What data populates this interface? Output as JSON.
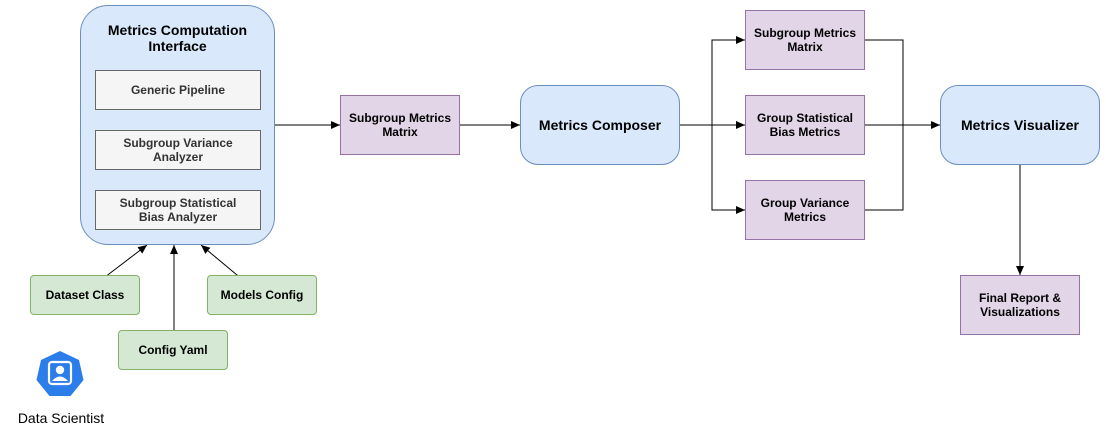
{
  "interface": {
    "title": "Metrics Computation\nInterface",
    "modules": [
      "Generic Pipeline",
      "Subgroup Variance\nAnalyzer",
      "Subgroup Statistical\nBias Analyzer"
    ]
  },
  "inputs": {
    "dataset": "Dataset Class",
    "config": "Config Yaml",
    "models": "Models Config"
  },
  "actor": {
    "label": "Data Scientist",
    "icon": "user-badge-icon"
  },
  "matrix": "Subgroup Metrics\nMatrix",
  "composer": "Metrics Composer",
  "outputs": [
    "Subgroup Metrics\nMatrix",
    "Group Statistical\nBias Metrics",
    "Group Variance\nMetrics"
  ],
  "visualizer": "Metrics Visualizer",
  "report": "Final Report &\nVisualizations",
  "colors": {
    "blue_fill": "#dae8fc",
    "blue_stroke": "#6c8ebf",
    "purple_fill": "#e1d5e7",
    "purple_stroke": "#9673a6",
    "green_fill": "#d5e8d4",
    "green_stroke": "#82b366",
    "grey_fill": "#f5f5f5",
    "grey_stroke": "#666666",
    "icon_blue": "#2b7de9"
  }
}
